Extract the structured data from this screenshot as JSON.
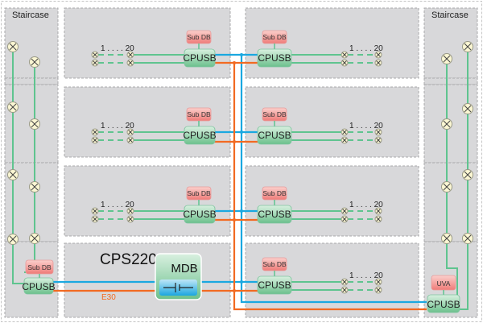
{
  "diagram": {
    "system_label": "CPS220",
    "main_board": {
      "label": "MDB",
      "icon": "battery-icon"
    },
    "staircase_left": {
      "title": "Staircase"
    },
    "staircase_right": {
      "title": "Staircase"
    },
    "floors": [
      {
        "left": {
          "sub_label": "Sub DB",
          "board_label": "CPUSB",
          "range_label": "1 . . . . 20"
        },
        "right": {
          "sub_label": "Sub DB",
          "board_label": "CPUSB",
          "range_label": "1 . . . . 20"
        }
      },
      {
        "left": {
          "sub_label": "Sub DB",
          "board_label": "CPUSB",
          "range_label": "1 . . . . 20"
        },
        "right": {
          "sub_label": "Sub DB",
          "board_label": "CPUSB",
          "range_label": "1 . . . . 20"
        }
      },
      {
        "left": {
          "sub_label": "Sub DB",
          "board_label": "CPUSB",
          "range_label": "1 . . . . 20"
        },
        "right": {
          "sub_label": "Sub DB",
          "board_label": "CPUSB",
          "range_label": "1 . . . . 20"
        }
      },
      {
        "right": {
          "sub_label": "Sub DB",
          "board_label": "CPUSB",
          "range_label": "1 . . . . 20"
        }
      }
    ],
    "staircase_left_board": {
      "sub_label": "Sub DB",
      "board_label": "CPUSB"
    },
    "staircase_right_board": {
      "sub_label": "UVA",
      "board_label": "CPUSB"
    },
    "cable_label": "E30",
    "colors": {
      "bus_blue": "#1aa8e0",
      "bus_orange": "#f26a22",
      "circuit_green": "#5fc48f",
      "zone_gray": "#d8d8da"
    }
  }
}
